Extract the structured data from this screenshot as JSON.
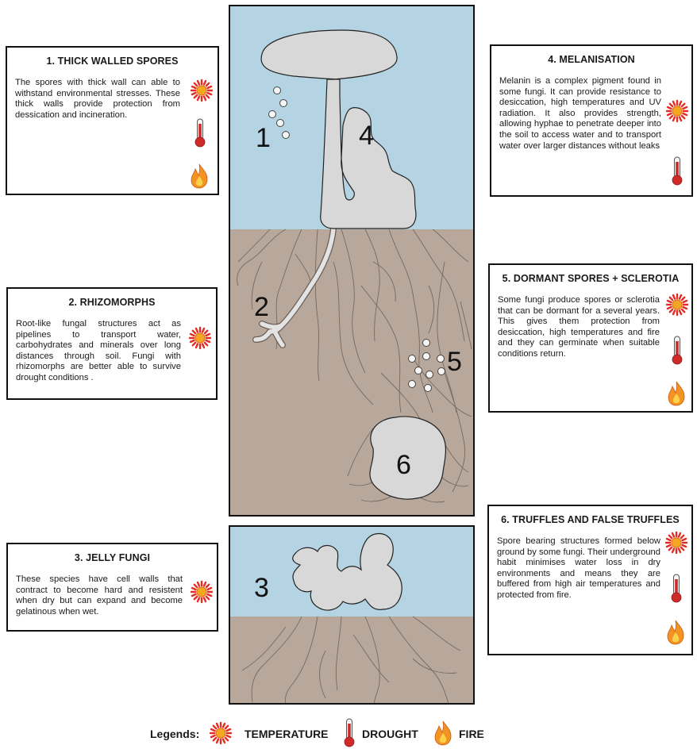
{
  "diagram": {
    "scene_labels": [
      "1",
      "4",
      "2",
      "5",
      "6",
      "3"
    ]
  },
  "boxes": [
    {
      "id": "box-1",
      "title": "1. THICK WALLED  SPORES",
      "body": "The spores with thick wall can able to withstand environmental stresses. These thick walls provide protection from dessication and incineration.",
      "icons": [
        "temperature-icon",
        "drought-icon",
        "fire-icon"
      ]
    },
    {
      "id": "box-2",
      "title": "2. RHIZOMORPHS",
      "body": "Root-like fungal structures act as pipelines to transport water, carbohydrates and minerals over long distances through soil. Fungi with rhizomorphs are better able to survive drought conditions .",
      "icons": [
        "temperature-icon"
      ]
    },
    {
      "id": "box-3",
      "title": "3. JELLY FUNGI",
      "body": "These species have cell walls that contract to become hard and resistent when dry but can expand and become gelatinous when wet.",
      "icons": [
        "temperature-icon"
      ]
    },
    {
      "id": "box-4",
      "title": "4. MELANISATION",
      "body": "Melanin is a complex pigment found in some fungi. It can provide resistance to desiccation, high temperatures and UV radiation. It also provides strength, allowing hyphae to penetrate deeper into the soil to access water and to transport water over larger distances without leaks",
      "icons": [
        "temperature-icon",
        "drought-icon"
      ]
    },
    {
      "id": "box-5",
      "title": "5. DORMANT SPORES + SCLEROTIA",
      "body": "Some fungi produce spores or sclerotia that can be dormant for a several years. This gives them protection from desiccation, high temperatures and fire and they can germinate when suitable conditions return.",
      "icons": [
        "temperature-icon",
        "drought-icon",
        "fire-icon"
      ]
    },
    {
      "id": "box-6",
      "title": "6. TRUFFLES AND FALSE TRUFFLES",
      "body": "Spore bearing structures formed below ground by some fungi. Their underground habit minimises water loss in dry environments and means they are buffered from high air temperatures and protected from fire.",
      "icons": [
        "temperature-icon",
        "drought-icon",
        "fire-icon"
      ]
    }
  ],
  "legend": {
    "heading": "Legends:",
    "temperature": "TEMPERATURE",
    "drought": "DROUGHT",
    "fire": "FIRE"
  },
  "colors": {
    "sky": "#b4d3e3",
    "soil": "#b9a89c",
    "fungus": "#d6d6d6",
    "sun_orange": "#f08a1e",
    "sun_red": "#d7262a",
    "thermo_red": "#d12a2a",
    "fire_orange": "#f29324"
  }
}
